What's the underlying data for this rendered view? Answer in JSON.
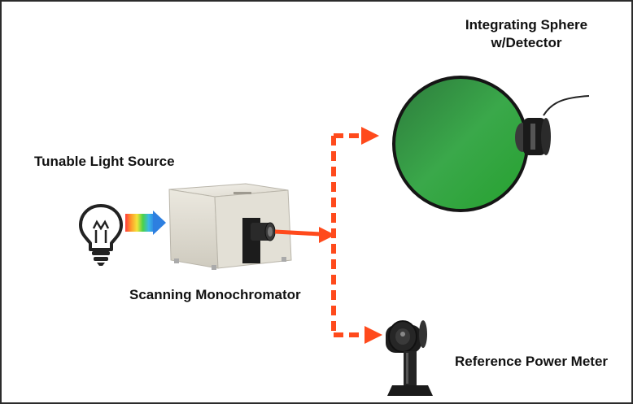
{
  "labels": {
    "sphere_line1": "Integrating Sphere",
    "sphere_line2": "w/Detector",
    "light_source": "Tunable Light Source",
    "monochromator": "Scanning Monochromator",
    "power_meter": "Reference Power Meter"
  },
  "colors": {
    "arrow": "#ff4a1c",
    "sphere": "#2f9a3a",
    "border": "#2b2b2b"
  },
  "icons": [
    "lightbulb-icon",
    "spectrum-arrow-icon"
  ]
}
